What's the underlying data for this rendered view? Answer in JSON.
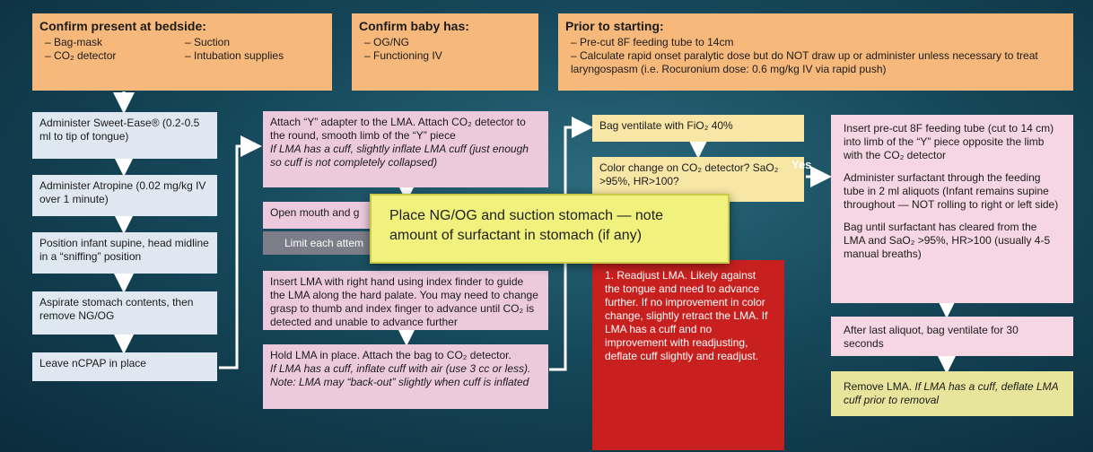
{
  "top": {
    "bedside": {
      "title": "Confirm present at bedside:",
      "col1": [
        "– Bag-mask",
        "– CO₂ detector"
      ],
      "col2": [
        "– Suction",
        "– Intubation supplies"
      ]
    },
    "baby": {
      "title": "Confirm baby has:",
      "items": [
        "– OG/NG",
        "– Functioning IV"
      ]
    },
    "prior": {
      "title": "Prior to starting:",
      "items": [
        "– Pre-cut 8F feeding tube to 14cm",
        "– Calculate rapid onset paralytic dose but do NOT draw up or administer unless necessary to treat laryngospasm (i.e. Rocuronium dose: 0.6 mg/kg IV via rapid push)"
      ]
    }
  },
  "col1": {
    "sweetease": "Administer Sweet-Ease® (0.2-0.5 ml to tip of tongue)",
    "atropine": "Administer Atropine (0.02 mg/kg IV over 1 minute)",
    "position": "Position infant supine, head midline in a “sniffing” position",
    "aspirate": "Aspirate stomach contents, then remove NG/OG",
    "ncpap": "Leave nCPAP in place"
  },
  "col2": {
    "attach_text": "Attach “Y” adapter to the LMA. Attach CO₂ detector to the round, smooth limb of the “Y” piece",
    "attach_italic": "If LMA has a cuff, slightly inflate LMA cuff (just enough so cuff is not completely collapsed)",
    "open_mouth": "Open mouth and g",
    "limit": "Limit each attem",
    "insert": "Insert LMA with right hand using index finder to guide the LMA along the hard palate. You may need to change grasp to thumb and index finger to advance until CO₂ is detected and unable to advance further",
    "hold_text": "Hold LMA in place. Attach the bag to CO₂ detector.",
    "hold_italic": "If LMA has a cuff, inflate cuff with air (use 3 cc or less). Note: LMA may “back-out” slightly when cuff is inflated"
  },
  "col3": {
    "bag": "Bag ventilate with FiO₂ 40%",
    "color": "Color change on CO₂ detector? SaO₂ >95%, HR>100?",
    "readjust": "1. Readjust LMA. Likely against the tongue and need to advance further. If no improvement in color change, slightly retract the LMA. If LMA has a cuff and no improvement with readjusting, deflate cuff slightly and readjust."
  },
  "col4": {
    "insert_tube": "Insert pre-cut 8F feeding tube (cut to 14 cm) into limb of the “Y” piece opposite the limb with the CO₂ detector",
    "administer": "Administer surfactant through the feeding tube in 2 ml aliquots (Infant remains supine throughout — NOT rolling to right or left side)",
    "bag_until": "Bag until surfactant has cleared from the LMA and SaO₂ >95%, HR>100 (usually 4-5 manual breaths)",
    "after": "After last aliquot, bag ventilate for 30 seconds",
    "remove": "Remove LMA.",
    "remove_italic": "If LMA has a cuff, deflate LMA cuff prior to removal"
  },
  "yes_label": "Yes",
  "callout": "Place NG/OG and suction stomach — note amount of surfactant in stomach (if any)"
}
